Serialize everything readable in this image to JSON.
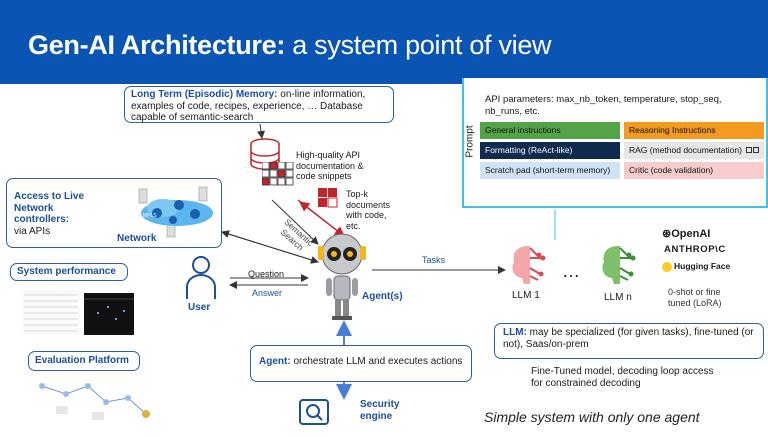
{
  "header": {
    "title_bold": "Gen-AI Architecture:",
    "title_rest": " a system point of view"
  },
  "memory": {
    "title": "Long Term (Episodic) Memory:",
    "text": " on-line information, examples of code, recipes, experience, … Database capable of semantic-search"
  },
  "api_docs": {
    "label": "High-quality API documentation & code snippets"
  },
  "topk": {
    "label": "Top-k documents with code, etc."
  },
  "semantic_search": {
    "label": "Semantic Search"
  },
  "network": {
    "title": "Access to Live Network controllers:",
    "text": "via APIs",
    "label": "Network"
  },
  "system_performance": {
    "title": "System performance"
  },
  "evaluation": {
    "title": "Evaluation Platform"
  },
  "user": {
    "label": "User",
    "question": "Question",
    "answer": "Answer"
  },
  "agent": {
    "label": "Agent(s)",
    "box_title": "Agent:",
    "box_text": " orchestrate LLM and executes actions"
  },
  "security": {
    "label": "Security engine"
  },
  "tasks": {
    "label": "Tasks"
  },
  "prompt": {
    "side_label": "Prompt",
    "api_params": "API parameters: max_nb_token, temperature, stop_seq, nb_runs, etc.",
    "rows_left": [
      "General instructions",
      "Formatting (ReAct-like)",
      "Scratch pad (short-term memory)"
    ],
    "rows_right": [
      "Reasoning Instructions",
      "RAG (method documentation)",
      "Critic (code validation)"
    ]
  },
  "llm": {
    "llm1": "LLM 1",
    "dots": "…",
    "llmn": "LLM n",
    "box_title": "LLM:",
    "box_text": " may be specialized (for given tasks), fine-tuned (or not), Saas/on-prem",
    "finetuned": "Fine-Tuned model, decoding loop access for constrained decoding"
  },
  "providers": {
    "openai": "OpenAI",
    "anthropic": "ANTHROP\\C",
    "huggingface": "Hugging Face",
    "note": "0-shot or fine tuned (LoRA)"
  },
  "footer": {
    "caption": "Simple system with only one agent"
  },
  "colors": {
    "header": "#0a55b3",
    "accent_blue": "#1a4f9c",
    "prompt_border": "#3fc3df",
    "green": "#52a447",
    "orange": "#f39a1f",
    "navy": "#0f2a4f",
    "light_blue": "#cfe3f5",
    "grey": "#e6e6e6",
    "pink": "#f6cccc",
    "red_doc": "#c0262c"
  }
}
